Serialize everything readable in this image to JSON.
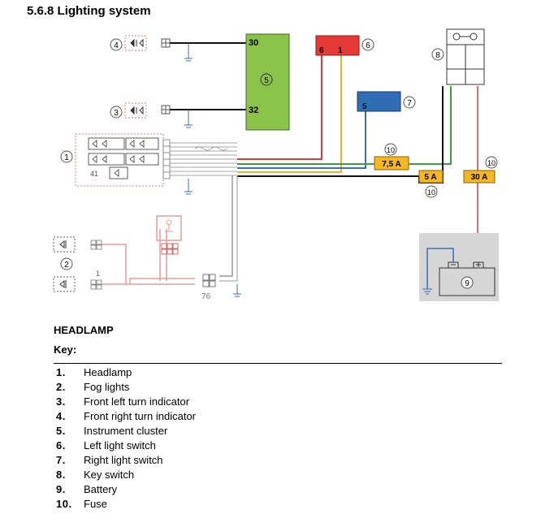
{
  "section_title": "5.6.8 Lighting system",
  "diagram": {
    "instrument_cluster": {
      "id": "5",
      "pin_upper": "30",
      "pin_lower": "32"
    },
    "left_switch": {
      "id": "6",
      "pin_a": "6",
      "pin_b": "1"
    },
    "right_switch": {
      "id": "7",
      "pin": "5"
    },
    "key_switch": {
      "id": "8"
    },
    "battery": {
      "id": "9"
    },
    "front_turn_right": {
      "id": "4"
    },
    "front_turn_left": {
      "id": "3"
    },
    "headlamp": {
      "id": "1",
      "ref": "41"
    },
    "fog_lights": {
      "id": "2",
      "pin": "1"
    },
    "connector_ref": "76",
    "fuses": [
      {
        "id": "10",
        "label": "7,5 A"
      },
      {
        "id": "10",
        "label": "5 A"
      },
      {
        "id": "10",
        "label": "30 A"
      }
    ],
    "colors": {
      "cluster": "#8bc34a",
      "left_switch": "#e53935",
      "right_switch": "#2f6db5",
      "fuse": "#f5b823",
      "wire_red": "#e53935",
      "wire_yellow": "#f2b01e",
      "wire_green": "#3aa03a",
      "wire_blue": "#3b6fb6",
      "wire_black": "#111111",
      "wire_pink": "#e99a9a"
    }
  },
  "caption": "HEADLAMP",
  "key_title": "Key:",
  "key": [
    {
      "num": "1.",
      "label": "Headlamp"
    },
    {
      "num": "2.",
      "label": "Fog lights"
    },
    {
      "num": "3.",
      "label": "Front left turn indicator"
    },
    {
      "num": "4.",
      "label": "Front right turn indicator"
    },
    {
      "num": "5.",
      "label": "Instrument cluster"
    },
    {
      "num": "6.",
      "label": "Left light switch"
    },
    {
      "num": "7.",
      "label": "Right light switch"
    },
    {
      "num": "8.",
      "label": "Key switch"
    },
    {
      "num": "9.",
      "label": "Battery"
    },
    {
      "num": "10.",
      "label": "Fuse"
    }
  ]
}
